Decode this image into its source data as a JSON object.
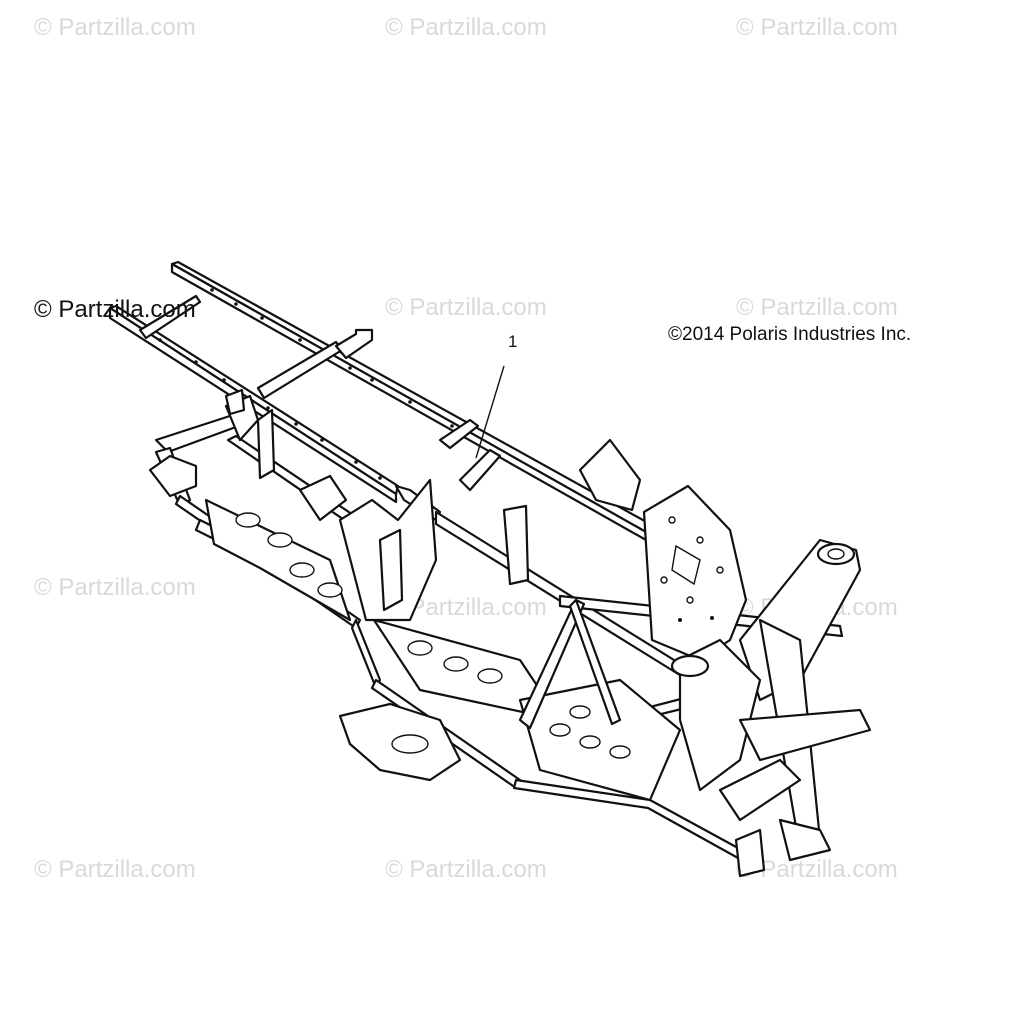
{
  "watermarks": [
    "© Partzilla.com",
    "© Partzilla.com",
    "© Partzilla.com",
    "© Partzilla.com",
    "© Partzilla.com",
    "© Partzilla.com",
    "© Partzilla.com",
    "© Partzilla.com",
    "© Partzilla.com",
    "© Partzilla.com",
    "© Partzilla.com"
  ],
  "watermark_dark": "© Partzilla.com",
  "copyright": "©2014 Polaris Industries Inc.",
  "callout_number": "1",
  "part_icon": "atv-frame-line-drawing"
}
